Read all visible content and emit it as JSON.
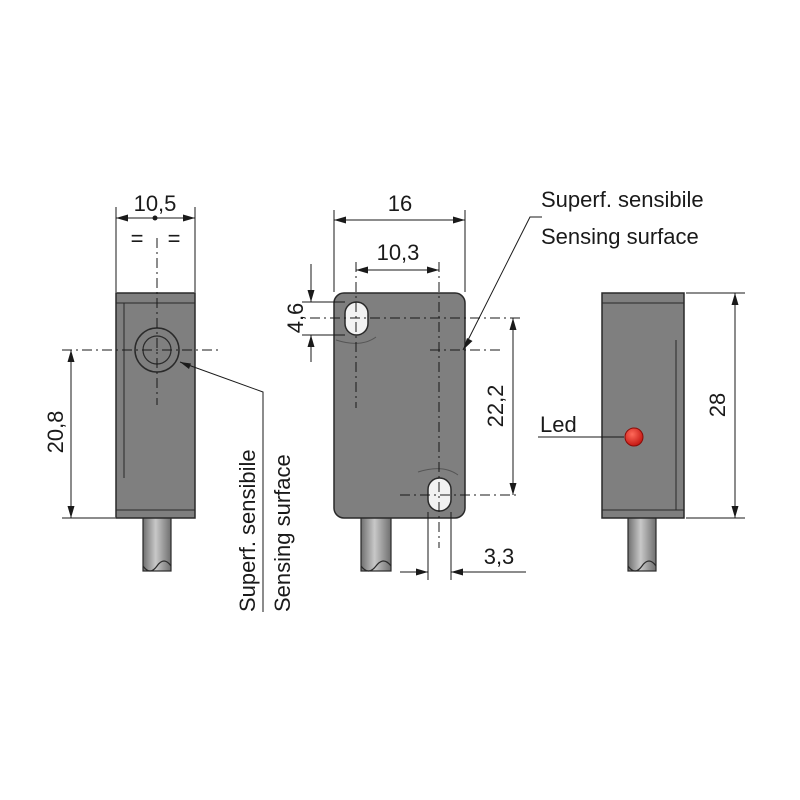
{
  "dimensions": {
    "side_width": "10,5",
    "equal_mark": "=",
    "side_height": "20,8",
    "front_width": "16",
    "hole_spacing_x": "10,3",
    "hole_slot": "4,6",
    "hole_spacing_y": "22,2",
    "hole_offset": "3,3",
    "right_height": "28"
  },
  "labels": {
    "sensing_it": "Superf. sensibile",
    "sensing_en": "Sensing surface",
    "led": "Led"
  },
  "colors": {
    "body_fill": "#7f7f7f",
    "body_shade": "#707070",
    "body_outline": "#2a2a2a",
    "led": "#e0201c",
    "cable": "#9a9a9a"
  }
}
